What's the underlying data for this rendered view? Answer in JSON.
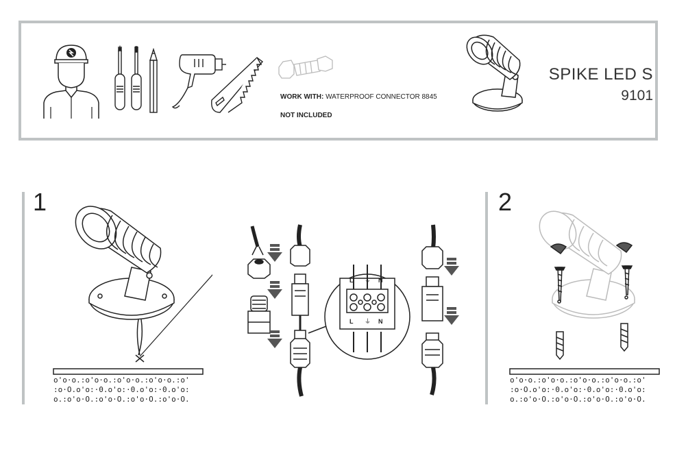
{
  "header": {
    "work_with_label": "WORK WITH:",
    "work_with_value": " WATERPROOF CONNECTOR 8845",
    "not_included": "NOT INCLUDED",
    "product_name": "SPIKE LED S",
    "product_code": "9101"
  },
  "tools": [
    "electrician-icon",
    "screwdriver-icon",
    "pencil-icon",
    "drill-icon",
    "saw-icon",
    "waterproof-connector-icon"
  ],
  "steps": [
    {
      "number": "1"
    },
    {
      "number": "2"
    }
  ],
  "wiring": {
    "terminal_labels": [
      "L",
      "⏚",
      "N"
    ]
  },
  "colors": {
    "frame": "#bfc3c4",
    "line": "#222222",
    "faded": "#bbbbbb"
  }
}
